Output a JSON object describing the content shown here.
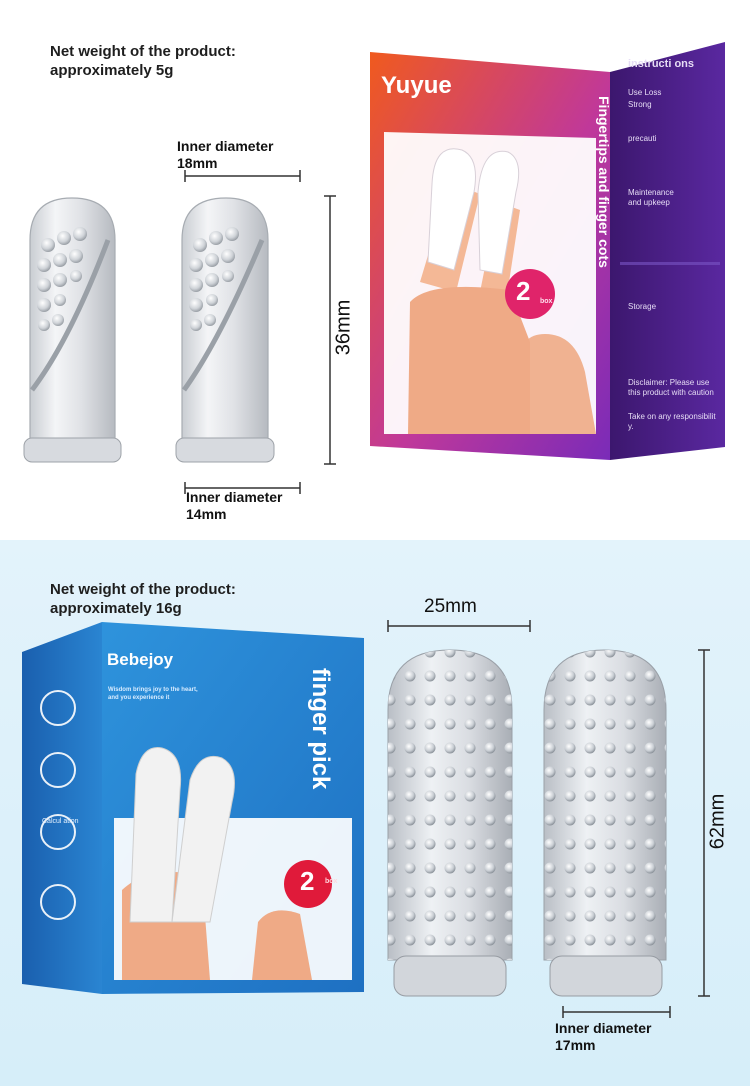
{
  "top": {
    "weight_line1": "Net weight of the product:",
    "weight_line2": "approximately 5g",
    "inner_top_line1": "Inner diameter",
    "inner_top_line2": "18mm",
    "inner_bottom_line1": "Inner diameter",
    "inner_bottom_line2": "14mm",
    "height": "36mm",
    "box": {
      "brand": "Yuyue",
      "title": "Fingertips and finger cots",
      "badge_number": "2",
      "badge_unit": "box",
      "side_heading": "instructi ons",
      "side_lines": [
        "Use Loss",
        "Strong",
        "precauti",
        "Maintenance",
        "and upkeep",
        "Storage",
        "Disclaimer: Please use this product with caution",
        "Take on any responsibilit y."
      ],
      "colors": {
        "front_start": "#f05a1e",
        "front_end": "#8a2fc0",
        "side": "#4a1e86"
      }
    }
  },
  "bottom": {
    "weight_line1": "Net weight of the product:",
    "weight_line2": "approximately 16g",
    "width": "25mm",
    "height": "62mm",
    "inner_line1": "Inner diameter",
    "inner_line2": "17mm",
    "box": {
      "brand": "Bebejoy",
      "tagline": "Wisdom brings joy to the heart, and you experience it",
      "title": "finger pick",
      "badge_number": "2",
      "badge_unit": "box",
      "side_icon_label": "Calcul ation",
      "colors": {
        "front": "#2f8fd8",
        "side": "#1565b4",
        "badge": "#e01a3a"
      }
    }
  }
}
